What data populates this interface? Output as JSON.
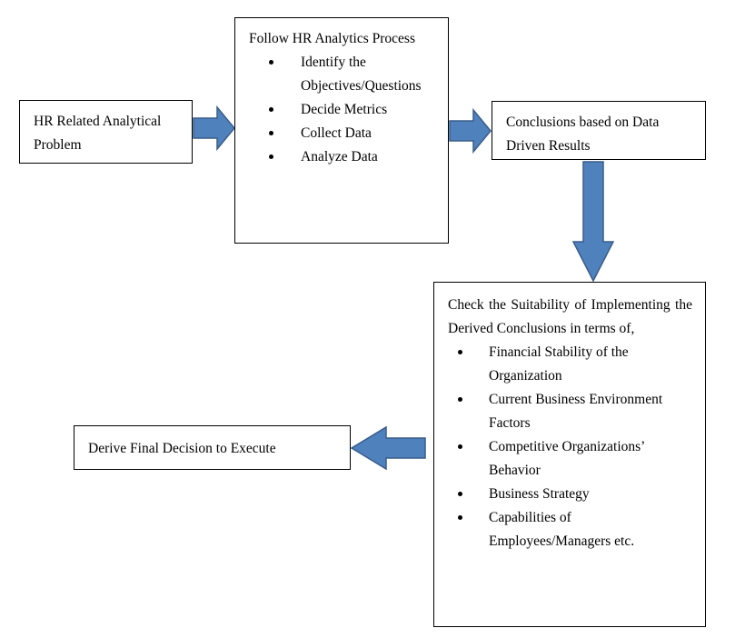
{
  "boxes": {
    "problem": {
      "text": "HR Related Analytical Problem"
    },
    "process": {
      "title": "Follow HR Analytics Process",
      "items": [
        "Identify the Objectives/Questions",
        "Decide Metrics",
        "Collect Data",
        "Analyze Data"
      ]
    },
    "conclusions": {
      "text": "Conclusions based on Data Driven Results"
    },
    "suitability": {
      "intro": "Check the Suitability of Implementing the Derived Conclusions in terms of,",
      "items": [
        "Financial Stability of the Organization",
        "Current Business Environment Factors",
        "Competitive Organizations’ Behavior",
        "Business Strategy",
        "Capabilities of Employees/Managers etc."
      ]
    },
    "decision": {
      "text": "Derive Final Decision to Execute"
    }
  },
  "colors": {
    "arrow_fill": "#4f81bd",
    "arrow_stroke": "#385d8a",
    "border": "#000000"
  }
}
